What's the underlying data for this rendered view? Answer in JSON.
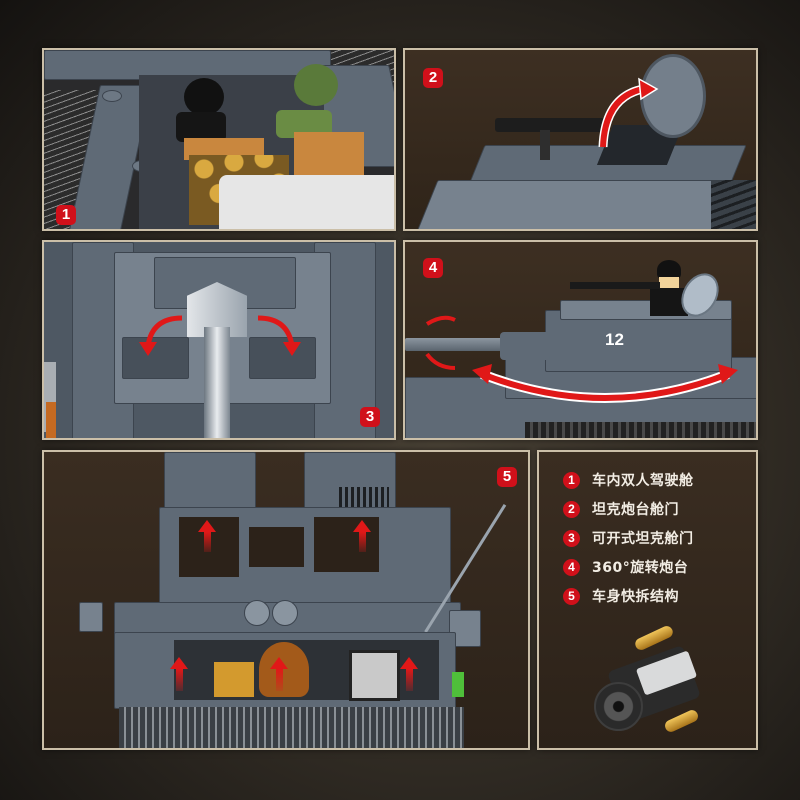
{
  "panels": [
    {
      "id": 1,
      "badge": "1",
      "caption": "车内双人驾驶舱"
    },
    {
      "id": 2,
      "badge": "2",
      "caption": "坦克炮台舱门"
    },
    {
      "id": 3,
      "badge": "3",
      "caption": "可开式坦克舱门"
    },
    {
      "id": 4,
      "badge": "4",
      "caption": "360°旋转炮台",
      "turret_number": "12"
    },
    {
      "id": 5,
      "badge": "5",
      "caption": "车身快拆结构"
    }
  ],
  "legend": {
    "items": [
      {
        "num": "1",
        "label": "车内双人驾驶舱"
      },
      {
        "num": "2",
        "label": "坦克炮台舱门"
      },
      {
        "num": "3",
        "label": "可开式坦克舱门"
      },
      {
        "num": "4",
        "label": "360°旋转炮台"
      },
      {
        "num": "5",
        "label": "车身快拆结构"
      }
    ]
  },
  "colors": {
    "badge_red": "#d0101a",
    "frame": "#cbbfa8",
    "panel_bg": "#3a2e24",
    "brick_grey": "#5f6a76",
    "arrow_red": "#e01818"
  }
}
